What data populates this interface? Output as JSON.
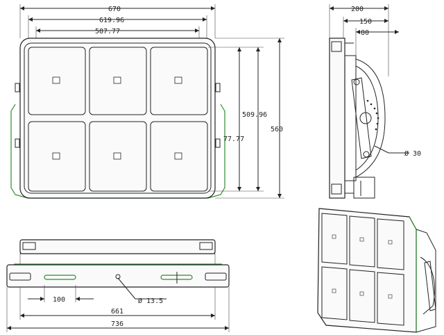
{
  "dimensions": {
    "front_width_overall": "670",
    "front_width_mid": "619.96",
    "front_width_inner": "587.77",
    "front_height_inner": "509.96",
    "front_height_overall": "560",
    "front_height_label_partial": "77.77",
    "side_depth_overall": "200",
    "side_depth_mid": "150",
    "side_depth_inner": "80",
    "side_bolt_diameter": "Ø 30",
    "bottom_spacing": "100",
    "bottom_hole_diameter": "Ø 13.5",
    "bottom_width_inner": "661",
    "bottom_width_overall": "736"
  },
  "colors": {
    "line": "#222222",
    "accent": "#2d8a2d"
  }
}
